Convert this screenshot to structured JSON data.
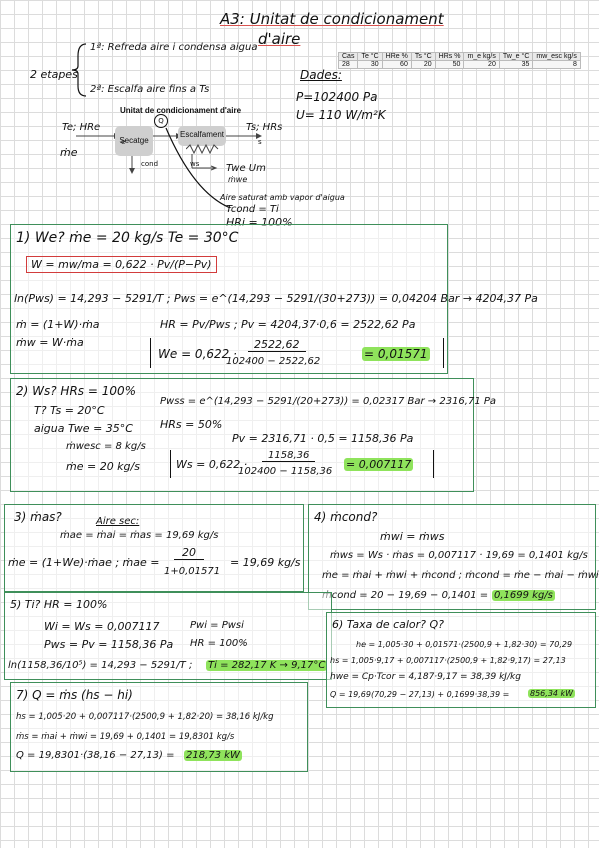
{
  "header": {
    "title": "A3: Unitat de condicionament",
    "title2": "d'aire"
  },
  "table": {
    "headers": [
      "Cas",
      "Te °C",
      "HRe %",
      "Ts °C",
      "HRs %",
      "m_e kg/s",
      "Tw_e °C",
      "mw_esc kg/s"
    ],
    "values": [
      "28",
      "30",
      "60",
      "20",
      "50",
      "20",
      "35",
      "8"
    ]
  },
  "dades": {
    "label": "Dades:",
    "p": "P=102400 Pa",
    "u": "U= 110 W/m²K"
  },
  "etapes": {
    "label": "2 etapes",
    "e1": "1ª: Refreda aire i condensa aigua",
    "e2": "2ª: Escalfa aire fins a Ts"
  },
  "diagram": {
    "title": "Unitat de condicionament d'aire",
    "secatge": "Secatge",
    "escalfament": "Escalfament",
    "q": "Q",
    "e": "e",
    "s": "s",
    "cond": "cond",
    "ws": "ws",
    "in_label": "Te; HRe",
    "out_label": "Ts; HRs",
    "me": "ṁe",
    "tw": "Twe  Um",
    "mw": "ṁwe",
    "note1": "Aire saturat amb vapor d'aigua",
    "note2": "Tcond = Ti",
    "note3": "HRi = 100%"
  },
  "s1": {
    "q": "1) We?  ṁe = 20 kg/s   Te = 30°C",
    "f1": "W = mw/ma = 0,622 · Pv/(P−Pv)",
    "f2": "ln(Pws) = 14,293 − 5291/T ;  Pws = e^(14,293 − 5291/(30+273)) = 0,04204 Bar → 4204,37 Pa",
    "f3": "ṁ = (1+W)·ṁa",
    "f4": "HR = Pv/Pws ;  Pv = 4204,37·0,6 = 2522,62 Pa",
    "f5": "ṁw = W·ṁa",
    "f6a": "We = 0,622 ·",
    "num": "2522,62",
    "den": "102400 − 2522,62",
    "res": "= 0,01571"
  },
  "s2": {
    "q": "2) Ws?  HRs = 100%",
    "a": "T?   Ts = 20°C",
    "b": "aigua  Twe = 35°C",
    "c": "ṁwesc = 8 kg/s",
    "d": "ṁe = 20 kg/s",
    "f1": "Pwss = e^(14,293 − 5291/(20+273)) = 0,02317 Bar → 2316,71 Pa",
    "f2": "HRs = 50%",
    "f3": "Pv = 2316,71 · 0,5 = 1158,36 Pa",
    "f4a": "Ws = 0,622 ·",
    "num": "1158,36",
    "den": "102400 − 1158,36",
    "res": "= 0,007117"
  },
  "s3": {
    "q": "3) ṁas?",
    "sub": "Aire sec:",
    "f1": "ṁae = ṁai = ṁas = 19,69 kg/s",
    "f2": "ṁe = (1+We)·ṁae ;  ṁae =",
    "num": "20",
    "den": "1+0,01571",
    "res": "= 19,69 kg/s"
  },
  "s4": {
    "q": "4) ṁcond?",
    "f1": "ṁwi = ṁws",
    "f2": "ṁws = Ws · ṁas = 0,007117 · 19,69 = 0,1401 kg/s",
    "f3": "ṁe = ṁai + ṁwi + ṁcond ; ṁcond = ṁe − ṁai − ṁwi ;",
    "f4": "ṁcond = 20 − 19,69 − 0,1401 =",
    "res": "0,1699 kg/s"
  },
  "s5": {
    "q": "5) Ti?   HR = 100%",
    "f1": "Wi = Ws = 0,007117",
    "f2": "Pws = Pv = 1158,36 Pa",
    "f3": "Pwi = Pwsi",
    "f4": "HR = 100%",
    "f5": "ln(1158,36/10⁵) = 14,293 − 5291/T ;",
    "res": "Ti = 282,17 K → 9,17°C"
  },
  "s6": {
    "q": "6) Taxa de calor? Q?",
    "f1": "he = 1,005·30 + 0,01571·(2500,9 + 1,82·30) = 70,29",
    "f2": "hs = 1,005·9,17 + 0,007117·(2500,9 + 1,82·9,17) = 27,13",
    "f3": "hwe = Cp·Tcor = 4,187·9,17 = 38,39 kJ/kg",
    "f4": "Q = 19,69(70,29 − 27,13) + 0,1699·38,39 =",
    "res": "856,34 kW"
  },
  "s7": {
    "q": "7) Q = ṁs (hs − hi)",
    "f1": "hs = 1,005·20 + 0,007117·(2500,9 + 1,82·20) = 38,16 kJ/kg",
    "f2": "ṁs = ṁai + ṁwi = 19,69 + 0,1401 = 19,8301 kg/s",
    "f3": "Q = 19,8301·(38,16 − 27,13) =",
    "res": "218,73 kW"
  }
}
